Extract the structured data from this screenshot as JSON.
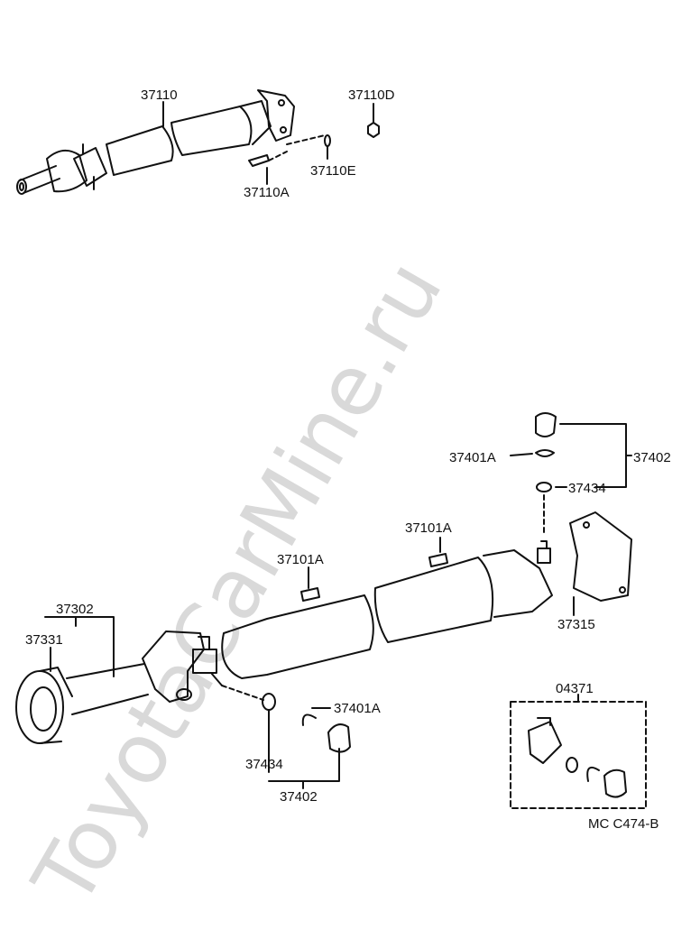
{
  "watermark": "ToyotaCarMine.ru",
  "diagram_code": "MC C474-B",
  "colors": {
    "line": "#111111",
    "watermark": "#d9d9d9",
    "background": "#ffffff"
  },
  "labels": {
    "p37110": "37110",
    "p37110D": "37110D",
    "p37110E": "37110E",
    "p37110A": "37110A",
    "p37402_top": "37402",
    "p37401A_top": "37401A",
    "p37434_top": "37434",
    "p37101A_right": "37101A",
    "p37101A_left": "37101A",
    "p37315": "37315",
    "p37302": "37302",
    "p37331": "37331",
    "p37401A_bottom": "37401A",
    "p37434_bottom": "37434",
    "p37402_bottom": "37402",
    "p04371": "04371"
  }
}
